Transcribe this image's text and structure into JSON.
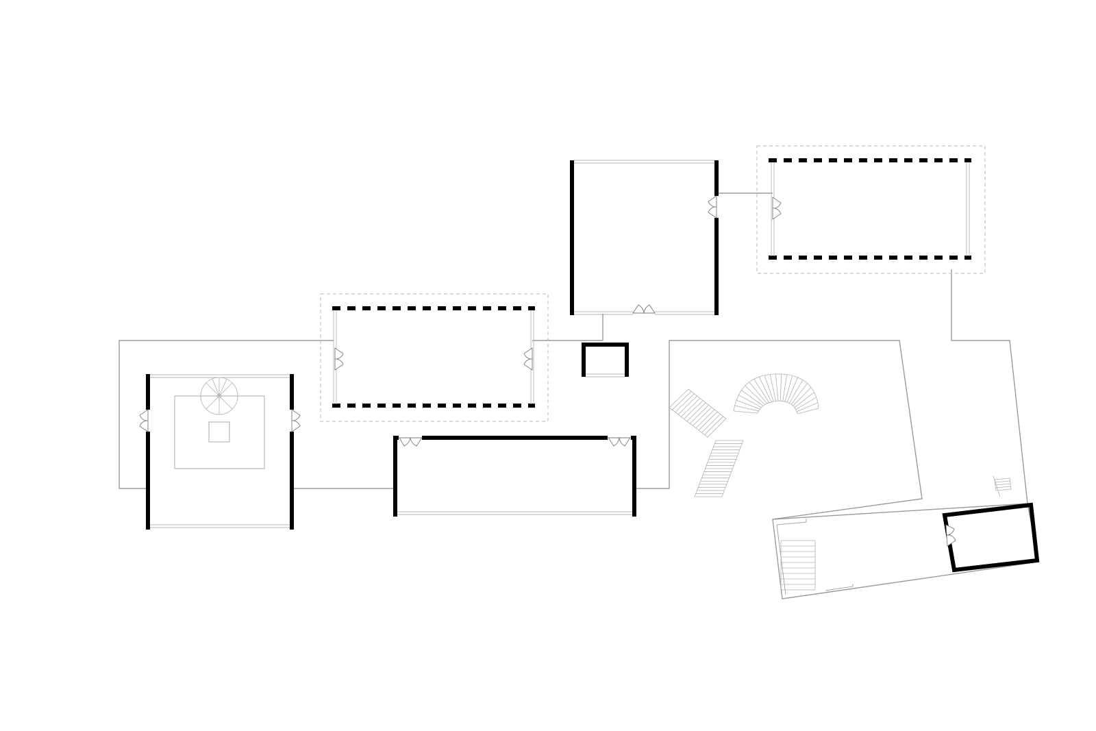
{
  "drawing": {
    "kind": "architectural floor plan",
    "colors": {
      "background": "#ffffff",
      "wall": "#000000",
      "outline": "#9a9a9a",
      "glazing": "#b4b4b4",
      "canopy": "#c4c4c4"
    },
    "elements": [
      "site-outline",
      "pavilion-west",
      "pavilion-center-north",
      "pavilion-center-south",
      "pavilion-north",
      "pavilion-northeast",
      "small-kiosk",
      "stair-landing-terrace",
      "southeast-block",
      "spiral-stair",
      "curved-stair",
      "straight-stairs"
    ],
    "icons": [
      "double-door-icon",
      "spiral-stair-icon",
      "stair-run-icon"
    ]
  }
}
